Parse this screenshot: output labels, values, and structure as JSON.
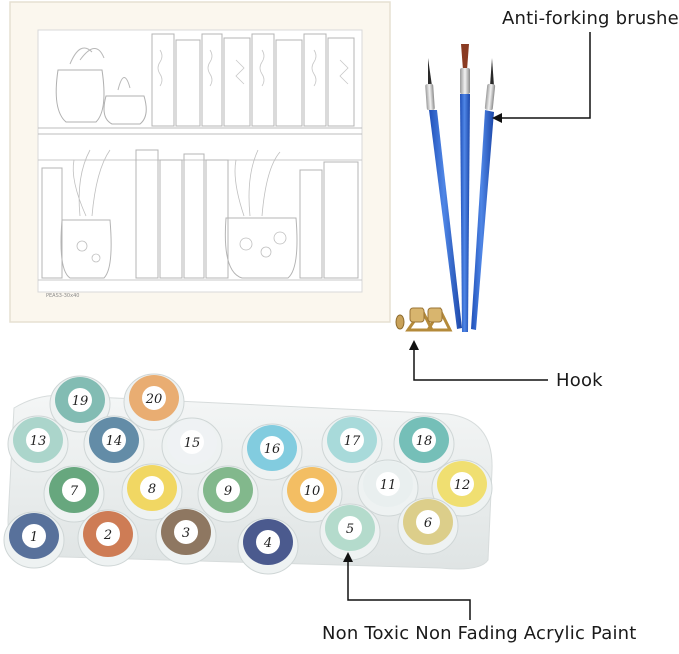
{
  "labels": {
    "brushes": "Anti-forking brushes",
    "hook": "Hook",
    "paint": "Non Toxic Non Fading Acrylic Paint"
  },
  "canvas": {
    "code": "PEAS3-30x40"
  },
  "paint_pots": [
    {
      "number": "19",
      "color": "#6fb3a8"
    },
    {
      "number": "20",
      "color": "#e7a15c"
    },
    {
      "number": "13",
      "color": "#9fd0c4"
    },
    {
      "number": "14",
      "color": "#4a7a9a"
    },
    {
      "number": "15",
      "color": "#eef2f4"
    },
    {
      "number": "16",
      "color": "#6ec6dc"
    },
    {
      "number": "17",
      "color": "#9bd6d6"
    },
    {
      "number": "18",
      "color": "#5fb6ae"
    },
    {
      "number": "7",
      "color": "#4f9a6a"
    },
    {
      "number": "8",
      "color": "#f1d24a"
    },
    {
      "number": "9",
      "color": "#6fae7a"
    },
    {
      "number": "10",
      "color": "#f3b54a"
    },
    {
      "number": "11",
      "color": "#e8eeee"
    },
    {
      "number": "12",
      "color": "#f0dc5a"
    },
    {
      "number": "1",
      "color": "#3d5a8c"
    },
    {
      "number": "2",
      "color": "#c8673a"
    },
    {
      "number": "3",
      "color": "#7c6248"
    },
    {
      "number": "4",
      "color": "#2e3f7c"
    },
    {
      "number": "5",
      "color": "#a9d7c6"
    },
    {
      "number": "6",
      "color": "#d8c878"
    }
  ]
}
